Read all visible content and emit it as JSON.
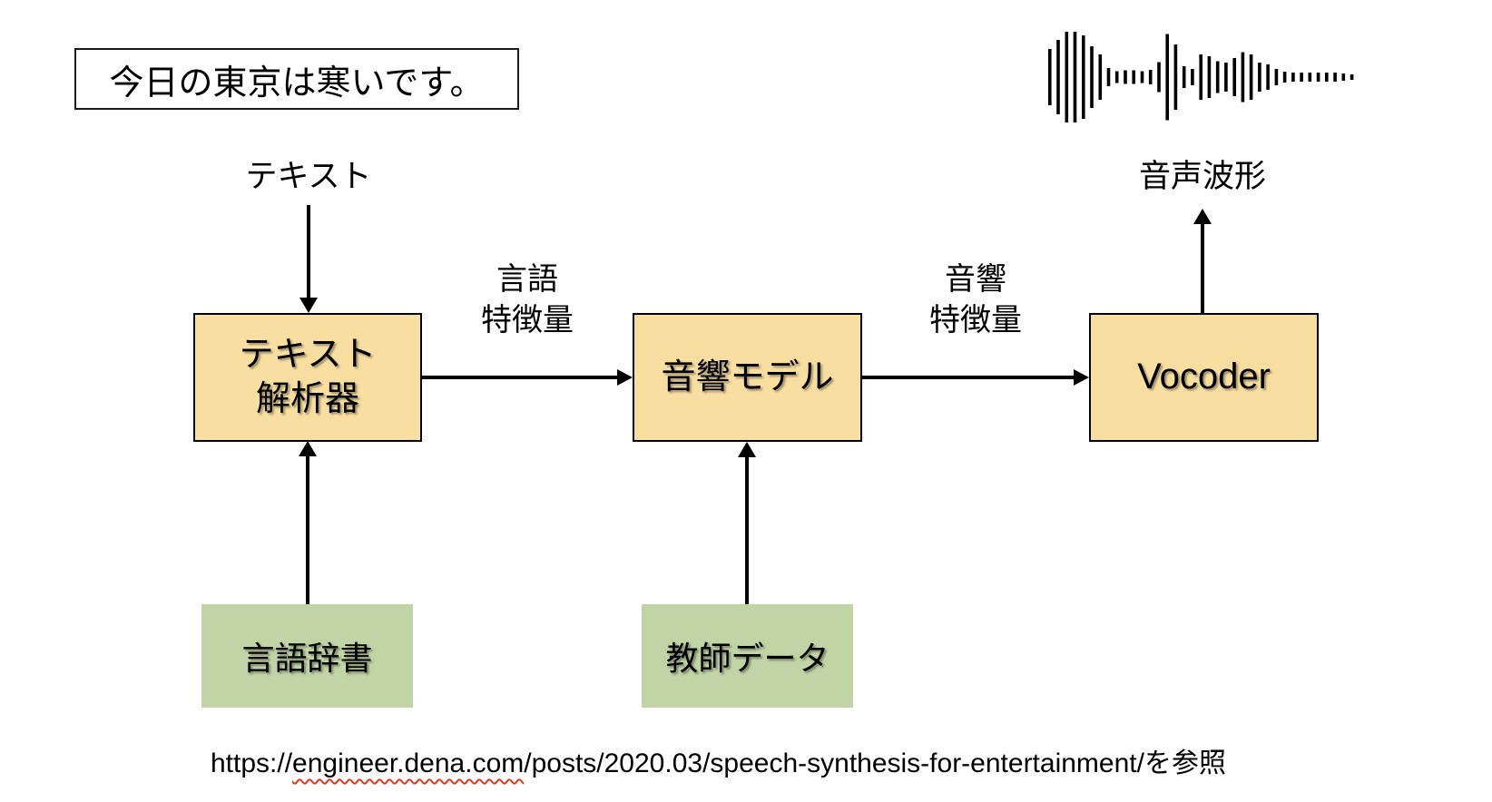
{
  "sentence": {
    "text": "今日の東京は寒いです。"
  },
  "labels": {
    "text_input": "テキスト",
    "linguistic_features": {
      "line1": "言語",
      "line2": "特徴量"
    },
    "acoustic_features": {
      "line1": "音響",
      "line2": "特徴量"
    },
    "waveform_output": "音声波形"
  },
  "nodes": {
    "text_analyzer": {
      "line1": "テキスト",
      "line2": "解析器"
    },
    "acoustic_model": "音響モデル",
    "vocoder": "Vocoder",
    "language_dictionary": "言語辞書",
    "training_data": "教師データ"
  },
  "footer": {
    "url_prefix": "https://",
    "url_domain": "engineer.dena.com",
    "url_rest": "/posts/2020.03/speech-synthesis-for-entertainment/",
    "note": "を参照"
  },
  "colors": {
    "process_box_fill": "#F9DEA2",
    "resource_box_fill": "#C1D4A6",
    "box_border": "#000000",
    "arrow": "#000000",
    "squiggle": "#DD3A22"
  },
  "waveform": {
    "bar_heights": [
      0.62,
      0.82,
      1.0,
      1.0,
      0.92,
      0.68,
      0.5,
      0.2,
      0.13,
      0.15,
      0.15,
      0.13,
      0.16,
      0.33,
      0.95,
      0.72,
      0.24,
      0.18,
      0.5,
      0.46,
      0.35,
      0.32,
      0.42,
      0.55,
      0.5,
      0.32,
      0.28,
      0.18,
      0.12,
      0.1,
      0.1,
      0.1,
      0.1,
      0.1,
      0.1,
      0.08,
      0.06
    ]
  }
}
